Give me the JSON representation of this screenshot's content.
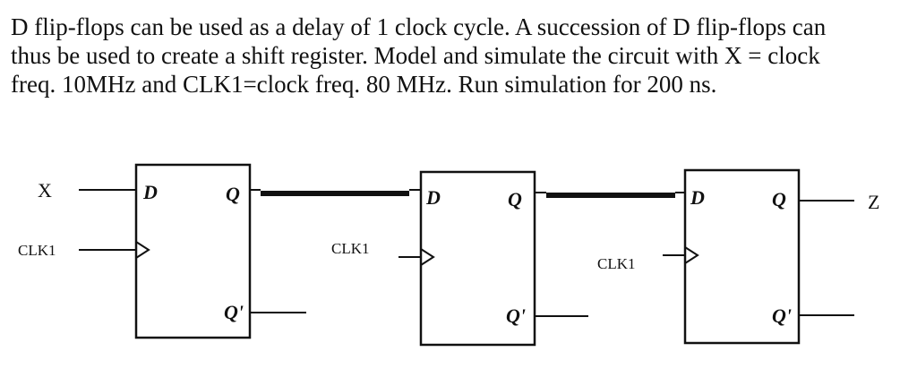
{
  "problem": {
    "lines": [
      "D flip-flops can be used as a delay of 1 clock cycle.  A succession of D flip-flops can",
      "thus be used to create a shift register.  Model and simulate the circuit with X = clock",
      "freq. 10MHz and CLK1=clock freq. 80 MHz.  Run simulation for 200 ns."
    ]
  },
  "diagram": {
    "input_label": "X",
    "output_label": "Z",
    "flip_flops": [
      {
        "d_pin": "D",
        "q_pin": "Q",
        "qbar_pin": "Q'",
        "clock_label": "CLK1"
      },
      {
        "d_pin": "D",
        "q_pin": "Q",
        "qbar_pin": "Q'",
        "clock_label": "CLK1"
      },
      {
        "d_pin": "D",
        "q_pin": "Q",
        "qbar_pin": "Q'",
        "clock_label": "CLK1"
      }
    ]
  }
}
